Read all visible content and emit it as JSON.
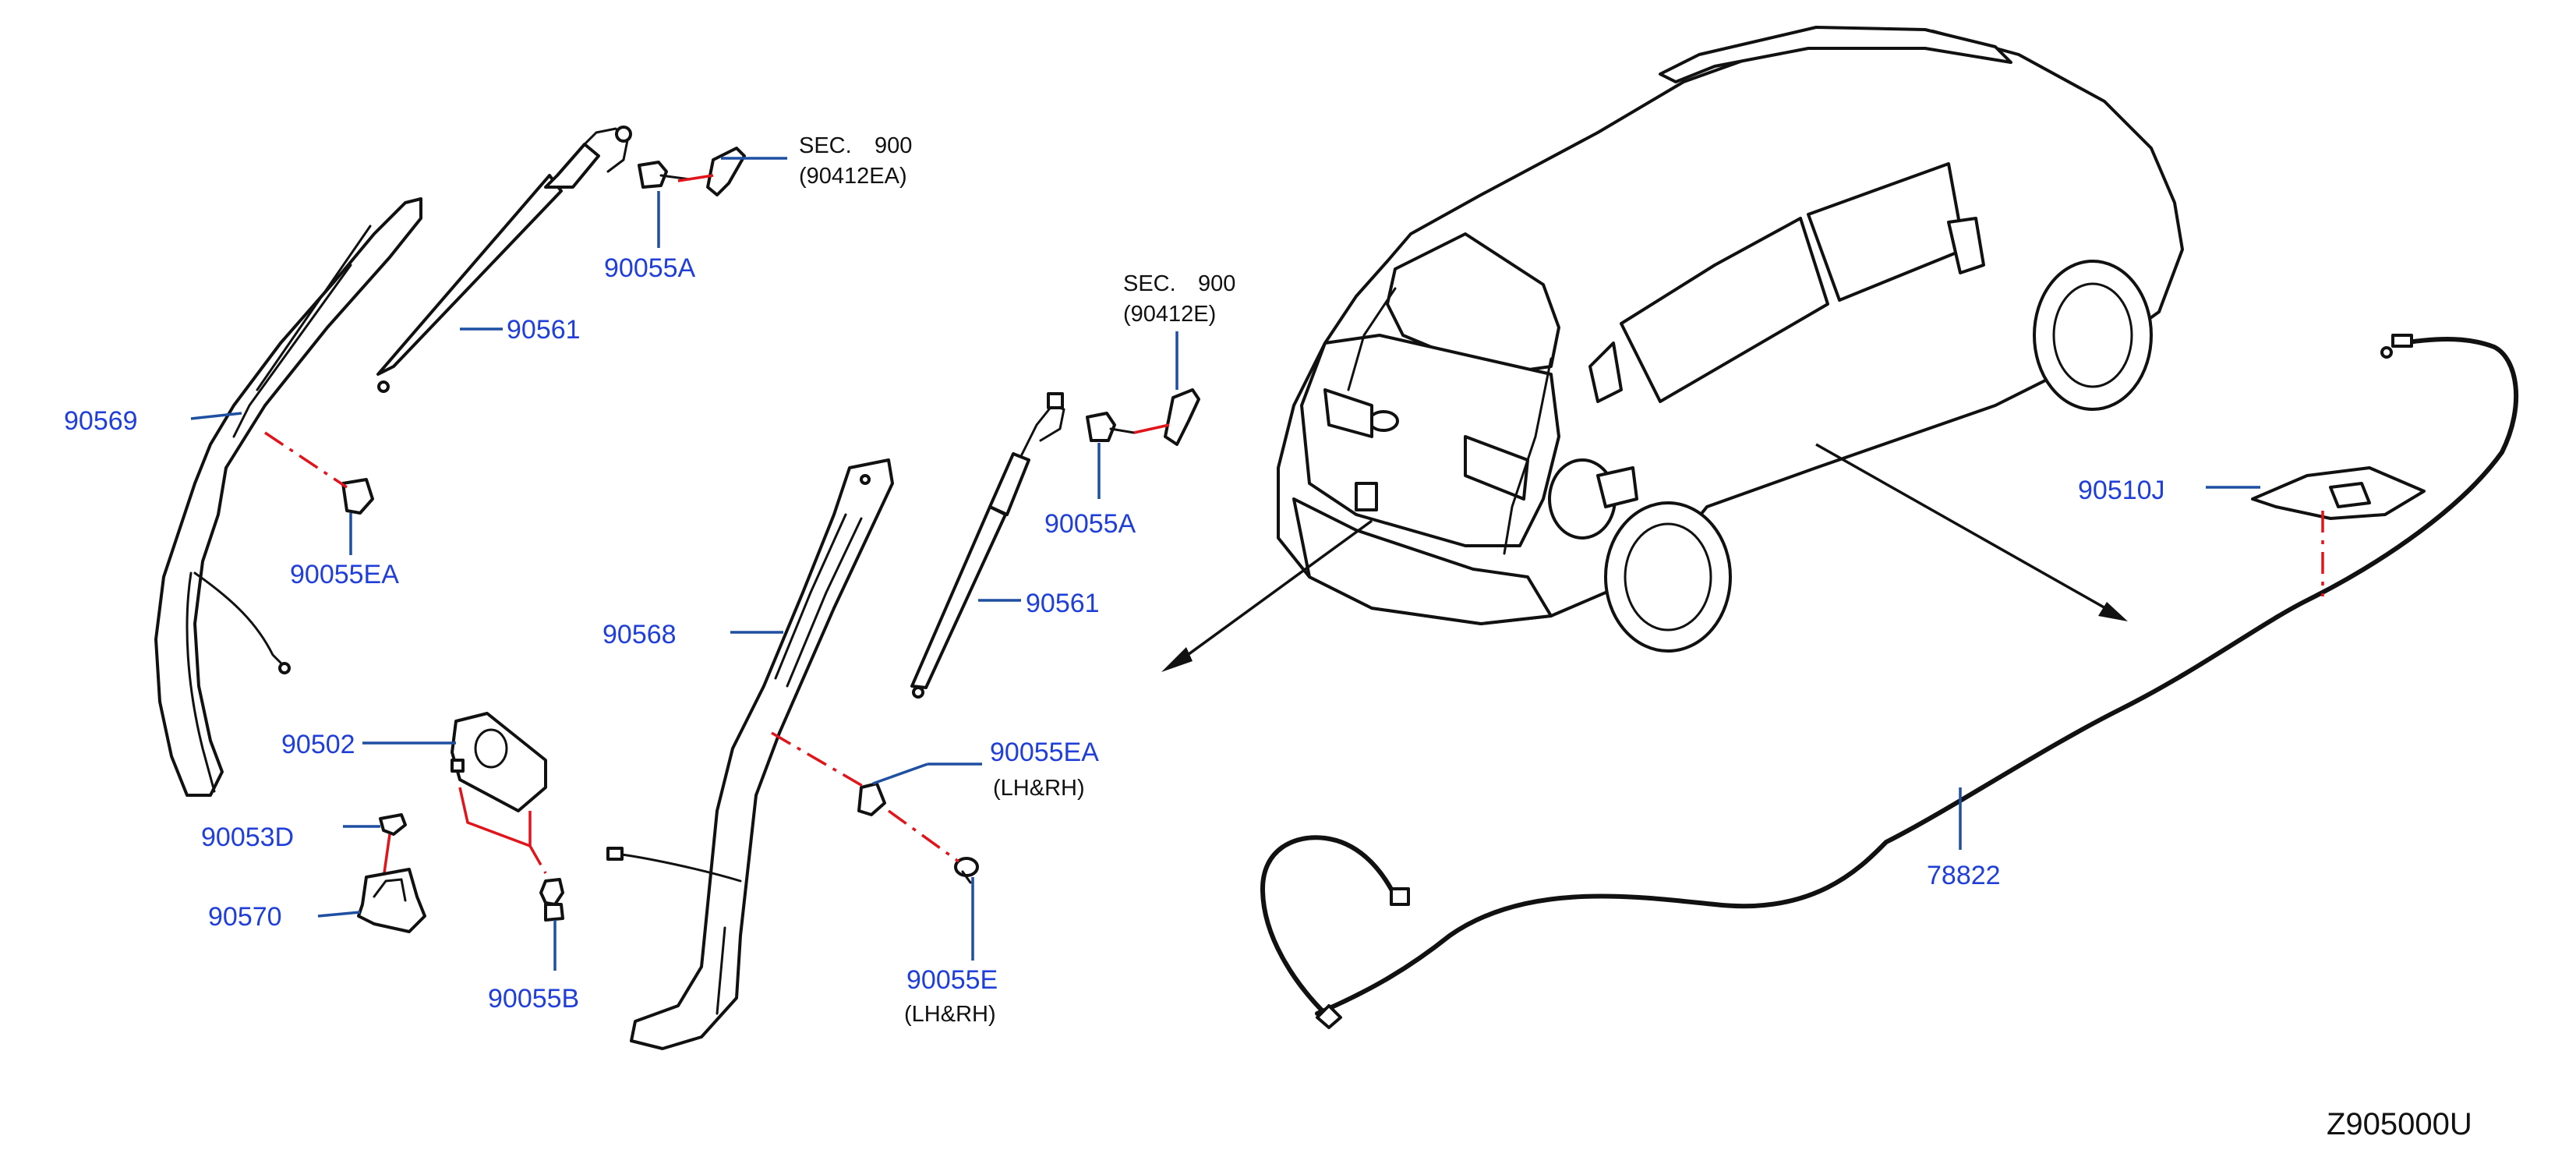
{
  "colors": {
    "part_number": "#1f3fd8",
    "section_ref": "#8a2be2",
    "leader_line": "#1f4fa0",
    "dashed_link": "#e0141b",
    "outline": "#111111"
  },
  "labels": {
    "p90569": "90569",
    "p90561_top": "90561",
    "p90055A_top": "90055A",
    "p90055EA_left": "90055EA",
    "p90502": "90502",
    "p90053D": "90053D",
    "p90570": "90570",
    "p90055B": "90055B",
    "p90568": "90568",
    "p90561_mid": "90561",
    "p90055A_mid": "90055A",
    "p90055EA_mid": "90055EA",
    "p90055E": "90055E",
    "p90510J": "90510J",
    "p78822": "78822"
  },
  "notes": {
    "lhrh_1": "(LH&RH)",
    "lhrh_2": "(LH&RH)"
  },
  "section_refs": [
    {
      "prefix": "SEC.",
      "number": "900",
      "ref": "(90412EA)"
    },
    {
      "prefix": "SEC.",
      "number": "900",
      "ref": "(90412E)"
    }
  ],
  "diagram_code": "Z905000U"
}
